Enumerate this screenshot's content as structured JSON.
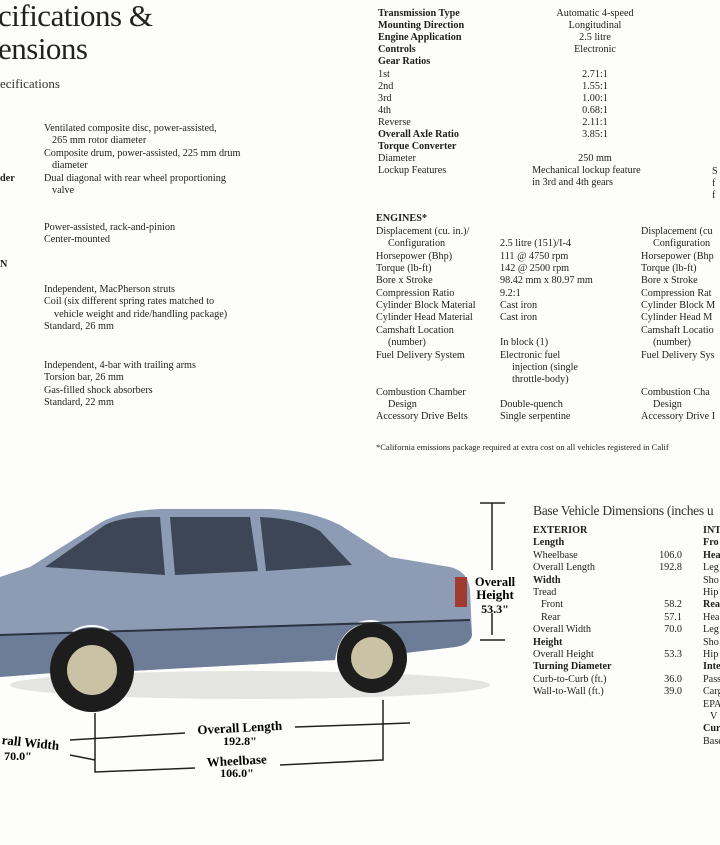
{
  "title": {
    "line1": "cifications &",
    "line2": "ensions",
    "subtitle": "ecifications"
  },
  "brakes": {
    "rows": [
      {
        "label": "",
        "lines": [
          "Ventilated composite disc, power-assisted,",
          "265 mm rotor diameter"
        ]
      },
      {
        "label": "",
        "lines": [
          "Composite drum, power-assisted, 225 mm drum",
          "diameter"
        ]
      },
      {
        "label": "der",
        "lines": [
          "Dual diagonal with rear wheel proportioning",
          "valve"
        ]
      }
    ]
  },
  "steering": [
    "Power-assisted, rack-and-pinion",
    "Center-mounted"
  ],
  "suspension_label": "N",
  "front_suspension": [
    "Independent, MacPherson struts",
    "Coil (six different spring rates matched to",
    "vehicle weight and ride/handling package)",
    "Standard, 26 mm"
  ],
  "rear_suspension": [
    "Independent, 4-bar with trailing arms",
    "Torsion bar, 26 mm",
    "Gas-filled shock absorbers",
    "Standard, 22 mm"
  ],
  "transmission": {
    "rows": [
      {
        "label": "Transmission Type",
        "value": "Automatic 4-speed",
        "bold": true
      },
      {
        "label": "Mounting Direction",
        "value": "Longitudinal",
        "bold": true
      },
      {
        "label": "Engine Application",
        "value": "2.5 litre",
        "bold": true
      },
      {
        "label": "Controls",
        "value": "Electronic",
        "bold": true
      },
      {
        "label": "Gear Ratios",
        "value": "",
        "bold": true
      },
      {
        "label": "1st",
        "value": "2.71:1"
      },
      {
        "label": "2nd",
        "value": "1.55:1"
      },
      {
        "label": "3rd",
        "value": "1.00:1"
      },
      {
        "label": "4th",
        "value": "0.68:1"
      },
      {
        "label": "Reverse",
        "value": "2.11:1"
      },
      {
        "label": "Overall Axle Ratio",
        "value": "3.85:1",
        "bold": true
      },
      {
        "label": "Torque Converter",
        "value": "",
        "bold": true
      },
      {
        "label": "Diameter",
        "value": "250 mm"
      },
      {
        "label": "Lockup Features",
        "value": "Mechanical lockup feature"
      },
      {
        "label": "",
        "value": "in 3rd and 4th gears"
      }
    ],
    "right_fragments": [
      "S",
      "f",
      "f"
    ]
  },
  "engines": {
    "header": "ENGINES*",
    "rows": [
      {
        "label": "Displacement (cu. in.)/",
        "value": ""
      },
      {
        "label": "  Configuration",
        "value": "2.5 litre (151)/I-4"
      },
      {
        "label": "Horsepower (Bhp)",
        "value": "111 @ 4750 rpm"
      },
      {
        "label": "Torque (lb-ft)",
        "value": "142 @ 2500 rpm"
      },
      {
        "label": "Bore x Stroke",
        "value": "98.42 mm x 80.97 mm"
      },
      {
        "label": "Compression Ratio",
        "value": "9.2:1"
      },
      {
        "label": "Cylinder Block Material",
        "value": "Cast iron"
      },
      {
        "label": "Cylinder Head Material",
        "value": "Cast iron"
      },
      {
        "label": "Camshaft Location",
        "value": ""
      },
      {
        "label": "  (number)",
        "value": "In block (1)"
      },
      {
        "label": "Fuel Delivery System",
        "value": "Electronic fuel"
      },
      {
        "label": "",
        "value": "  injection (single"
      },
      {
        "label": "",
        "value": "  throttle-body)"
      },
      {
        "label": "Combustion Chamber",
        "value": ""
      },
      {
        "label": "  Design",
        "value": "Double-quench"
      },
      {
        "label": "Accessory Drive Belts",
        "value": "Single serpentine"
      }
    ],
    "right_labels": [
      "Displacement (cu",
      "  Configuration",
      "Horsepower (Bhp",
      "Torque (lb-ft)",
      "Bore x Stroke",
      "Compression Rat",
      "Cylinder Block M",
      "Cylinder Head M",
      "Camshaft Locatio",
      "  (number)",
      "Fuel Delivery Sys",
      "",
      "",
      "Combustion Cha",
      "  Design",
      "Accessory Drive I"
    ],
    "footnote": "*California emissions package required at extra cost on all vehicles registered in Calif"
  },
  "dimensions": {
    "title": "Base Vehicle Dimensions (inches u",
    "exterior": [
      {
        "label": "EXTERIOR",
        "value": "",
        "bold": true
      },
      {
        "label": "Length",
        "value": "",
        "bold": true
      },
      {
        "label": "Wheelbase",
        "value": "106.0"
      },
      {
        "label": "Overall Length",
        "value": "192.8"
      },
      {
        "label": "Width",
        "value": "",
        "bold": true
      },
      {
        "label": "Tread",
        "value": ""
      },
      {
        "label": "   Front",
        "value": "58.2"
      },
      {
        "label": "   Rear",
        "value": "57.1"
      },
      {
        "label": "Overall Width",
        "value": "70.0"
      },
      {
        "label": "Height",
        "value": "",
        "bold": true
      },
      {
        "label": "Overall Height",
        "value": "53.3"
      },
      {
        "label": "Turning Diameter",
        "value": "",
        "bold": true
      },
      {
        "label": "Curb-to-Curb (ft.)",
        "value": "36.0"
      },
      {
        "label": "Wall-to-Wall (ft.)",
        "value": "39.0"
      }
    ],
    "interior_fragments": [
      "INT",
      "Fro",
      "Hea",
      "Leg",
      "Sho",
      "Hip",
      "Rea",
      "Hea",
      "Leg",
      "Sho",
      "Hip",
      "Inte",
      "Pass",
      "Carg",
      "EPA",
      "  V",
      "Cur",
      "Base"
    ]
  },
  "diagram": {
    "height_label": "Overall",
    "height_label2": "Height",
    "height_value": "53.3\"",
    "length_label": "Overall Length",
    "length_value": "192.8\"",
    "wheelbase_label": "Wheelbase",
    "wheelbase_value": "106.0\"",
    "width_label": "rall Width",
    "width_value": "70.0\""
  },
  "colors": {
    "car_body": "#8d9cb4",
    "car_lower": "#6d7d98",
    "page": "#fdfdfb"
  }
}
